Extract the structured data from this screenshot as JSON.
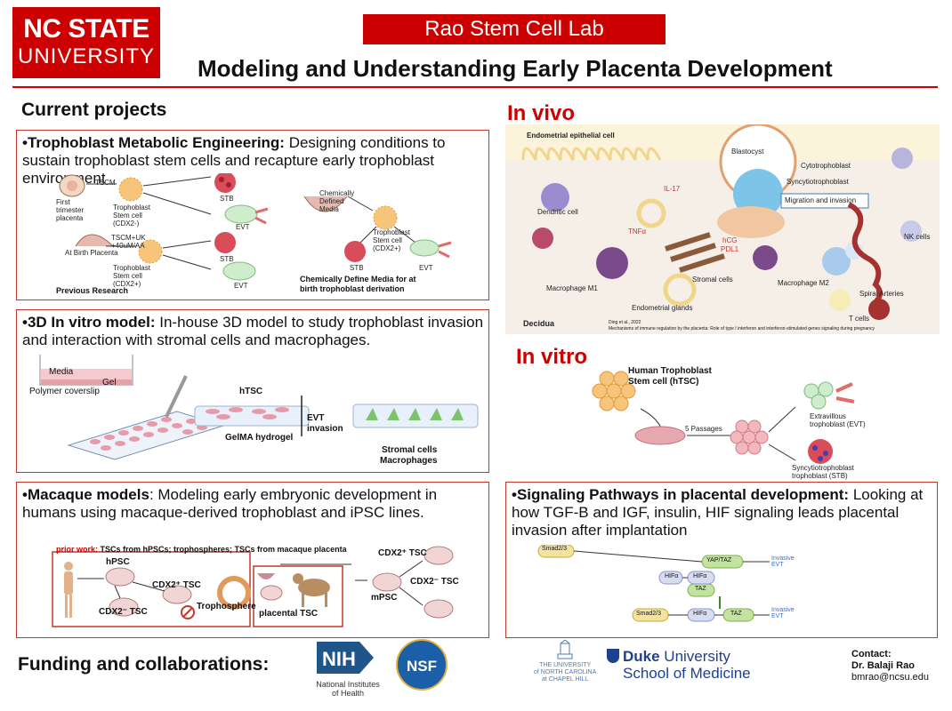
{
  "header": {
    "logo_line1": "NC STATE",
    "logo_line2": "UNIVERSITY",
    "lab_name": "Rao Stem Cell Lab",
    "title": "Modeling and Understanding Early Placenta Development"
  },
  "current_projects_heading": "Current projects",
  "project1": {
    "title": "•Trophoblast Metabolic Engineering:",
    "text": " Designing conditions to sustain trophoblast stem cells and recapture early trophoblast environment",
    "fig": {
      "first_trimester": "First trimester placenta",
      "tscm": "TSCM",
      "tsc_cdx2_neg": "Trophoblast Stem cell (CDX2-)",
      "stb": "STB",
      "evt": "EVT",
      "chem_media": "Chemically Defined Media",
      "tsc_cdx2_pos": "Trophoblast Stem cell (CDX2+)",
      "at_birth": "At Birth Placenta",
      "tscm_uk": "TSCM+UK +40uM/AA",
      "tsc_cdx2_pos2": "Trophoblast Stem cell (CDX2+)",
      "previous_research": "Previous Research",
      "chem_define_caption": "Chemically Define Media for at birth trophoblast derivation"
    }
  },
  "project2": {
    "title": "•3D In vitro model:",
    "text": " In-house 3D model to study trophoblast invasion and interaction with stromal cells and macrophages.",
    "fig": {
      "media": "Media",
      "gel": "Gel",
      "polymer": "Polymer coverslip",
      "htsc": "hTSC",
      "evt_invasion": "EVT invasion",
      "gelma": "GelMA hydrogel",
      "stromal": "Stromal cells",
      "macrophages": "Macrophages"
    }
  },
  "project3": {
    "title": "•Macaque models",
    "text": ": Modeling early embryonic development in humans using macaque-derived trophoblast and iPSC lines.",
    "fig": {
      "prior_work_label": "prior work:",
      "prior_work_text": " TSCs from hPSCs; trophospheres; TSCs from macaque placenta",
      "hpsc": "hPSC",
      "cdx2_pos_tsc": "CDX2⁺ TSC",
      "cdx2_neg_tsc": "CDX2⁻ TSC",
      "trophosphere": "Trophosphere",
      "placental_tsc": "placental TSC",
      "mpsc": "mPSC",
      "cdx2_pos_tsc_r": "CDX2⁺ TSC",
      "cdx2_neg_tsc_r": "CDX2⁻ TSC"
    }
  },
  "in_vivo": {
    "heading": "In vivo",
    "labels": {
      "epithelial": "Endometrial epithelial cell",
      "blastocyst": "Blastocyst",
      "cytotrophoblast": "Cytotrophoblast",
      "syncytiotrophoblast": "Syncytiotrophoblast",
      "migration": "Migration and invasion",
      "il17": "IL-17",
      "dendritic": "Dendritic cell",
      "tnfa": "TNFα",
      "hcg": "hCG",
      "pdl1": "PDL1",
      "nk": "NK cells",
      "stromal": "Stromal cells",
      "macrophage_m1": "Macrophage M1",
      "macrophage_m2": "Macrophage M2",
      "spiral": "Spiral Arteries",
      "glands": "Endometrial glands",
      "tcells": "T cells",
      "decidua": "Decidua",
      "citation1": "Ding et al., 2022",
      "citation2": "Mechanisms of immune regulation by the placenta: Role of type I interferon and interferon-stimulated genes signaling during pregnancy"
    }
  },
  "in_vitro": {
    "heading": "In vitro",
    "labels": {
      "human_tsc": "Human Trophoblast Stem cell (hTSC)",
      "passages": "5 Passages",
      "evt": "Extravillous trophoblast (EVT)",
      "stb": "Syncytiotrophoblast trophoblast (STB)"
    }
  },
  "project4": {
    "title": "•Signaling Pathways in placental development:",
    "text": " Looking at how TGF-B and IGF, insulin, HIF signaling leads placental invasion after implantation",
    "fig": {
      "smad_top": "Smad2/3",
      "yaptaz": "YAP/TAZ",
      "invasive_evt_top": "Invasive EVT",
      "hifa_left": "HIFα",
      "hifa_mid": "HIFα",
      "taz_mid": "TAZ",
      "smad_bottom": "Smad2/3",
      "hifa_bottom": "HIFα",
      "taz_bottom": "TAZ",
      "invasive_evt_bottom": "Invasive EVT"
    }
  },
  "footer": {
    "funding": "Funding and collaborations:",
    "nih_logo": "NIH",
    "nih_line1": "National Institutes",
    "nih_line2": "of Health",
    "nsf_logo": "NSF",
    "unc_line1": "THE UNIVERSITY",
    "unc_line2": "of NORTH CAROLINA",
    "unc_line3": "at CHAPEL HILL",
    "duke_bold": "Duke",
    "duke_rest": " University",
    "duke_line2": "School of Medicine",
    "contact_label": "Contact:",
    "contact_name": "Dr. Balaji Rao",
    "contact_email": "bmrao@ncsu.edu"
  },
  "colors": {
    "accent": "#cc0000"
  }
}
